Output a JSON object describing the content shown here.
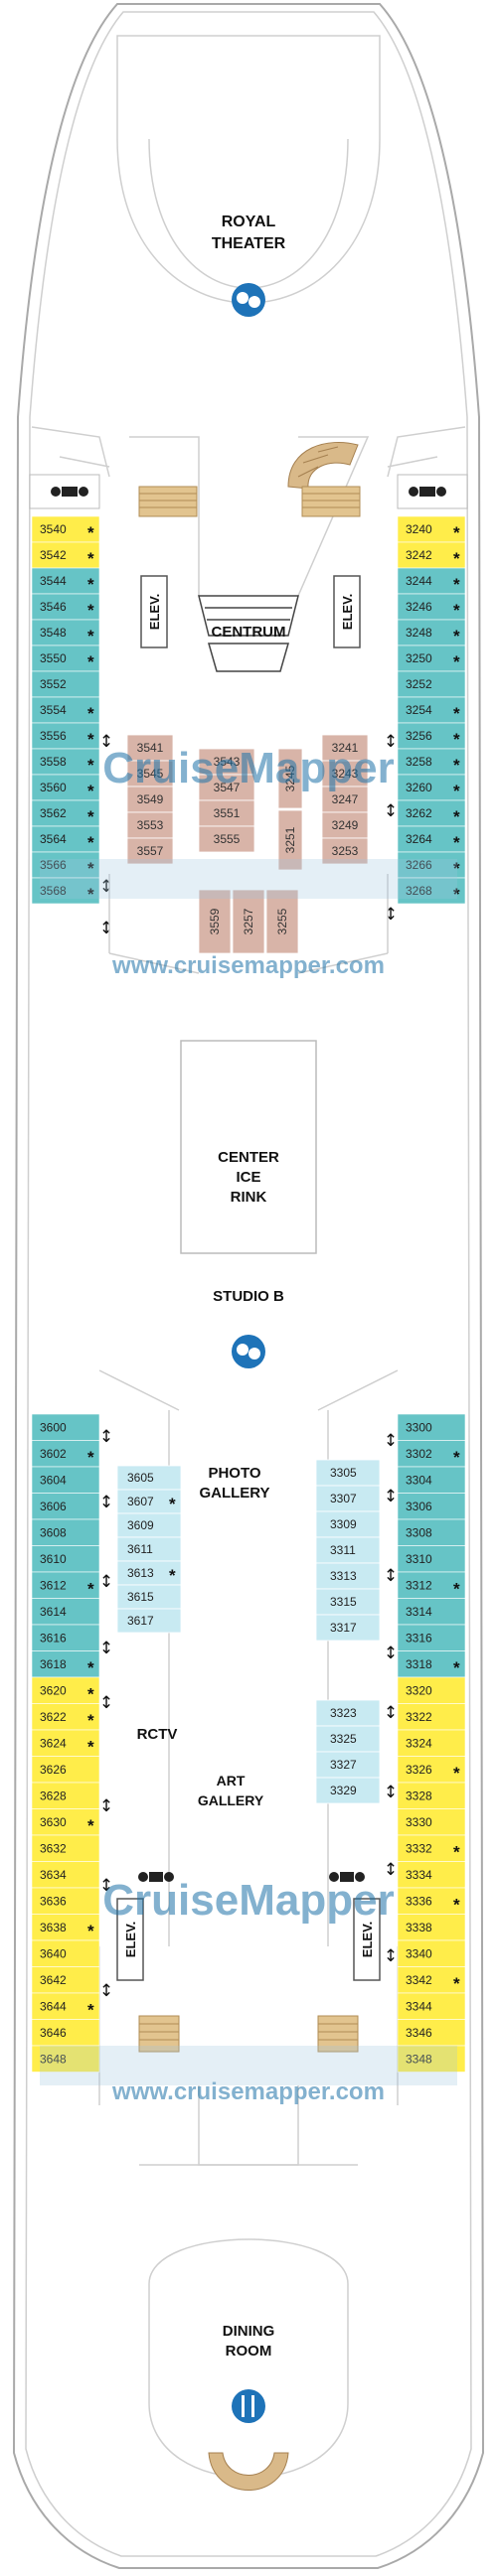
{
  "venues": {
    "royal_theater_1": "ROYAL",
    "royal_theater_2": "THEATER",
    "centrum": "CENTRUM",
    "center_1": "CENTER",
    "center_2": "ICE",
    "center_3": "RINK",
    "studio_b": "STUDIO B",
    "photo_1": "PHOTO",
    "photo_2": "GALLERY",
    "rctv": "RCTV",
    "art_1": "ART",
    "art_2": "GALLERY",
    "dining_1": "DINING",
    "dining_2": "ROOM",
    "elev": "ELEV."
  },
  "watermark": {
    "brand": "CruiseMapper",
    "url": "www.cruisemapper.com"
  },
  "colors": {
    "teal": "#66c4c6",
    "yellow": "#ffed4a",
    "lightblue": "#c8eaf2",
    "pink": "#d8b4a8",
    "accent": "#1e73b8"
  },
  "fwd_left": [
    {
      "n": "3540",
      "c": "yellow",
      "s": "*"
    },
    {
      "n": "3542",
      "c": "yellow",
      "s": "*"
    },
    {
      "n": "3544",
      "c": "teal",
      "s": "*"
    },
    {
      "n": "3546",
      "c": "teal",
      "s": "*"
    },
    {
      "n": "3548",
      "c": "teal",
      "s": "*"
    },
    {
      "n": "3550",
      "c": "teal",
      "s": "*"
    },
    {
      "n": "3552",
      "c": "teal",
      "s": ""
    },
    {
      "n": "3554",
      "c": "teal",
      "s": "*"
    },
    {
      "n": "3556",
      "c": "teal",
      "s": "*"
    },
    {
      "n": "3558",
      "c": "teal",
      "s": "*"
    },
    {
      "n": "3560",
      "c": "teal",
      "s": "*"
    },
    {
      "n": "3562",
      "c": "teal",
      "s": "*"
    },
    {
      "n": "3564",
      "c": "teal",
      "s": "*"
    },
    {
      "n": "3566",
      "c": "teal",
      "s": "*"
    },
    {
      "n": "3568",
      "c": "teal",
      "s": "*"
    }
  ],
  "fwd_right": [
    {
      "n": "3240",
      "c": "yellow",
      "s": "*"
    },
    {
      "n": "3242",
      "c": "yellow",
      "s": "*"
    },
    {
      "n": "3244",
      "c": "teal",
      "s": "*"
    },
    {
      "n": "3246",
      "c": "teal",
      "s": "*"
    },
    {
      "n": "3248",
      "c": "teal",
      "s": "*"
    },
    {
      "n": "3250",
      "c": "teal",
      "s": "*"
    },
    {
      "n": "3252",
      "c": "teal",
      "s": ""
    },
    {
      "n": "3254",
      "c": "teal",
      "s": "*"
    },
    {
      "n": "3256",
      "c": "teal",
      "s": "*"
    },
    {
      "n": "3258",
      "c": "teal",
      "s": "*"
    },
    {
      "n": "3260",
      "c": "teal",
      "s": "*"
    },
    {
      "n": "3262",
      "c": "teal",
      "s": "*"
    },
    {
      "n": "3264",
      "c": "teal",
      "s": "*"
    },
    {
      "n": "3266",
      "c": "teal",
      "s": "*"
    },
    {
      "n": "3268",
      "c": "teal",
      "s": "*"
    }
  ],
  "fwd_inner_left": [
    "3541",
    "3545",
    "3549",
    "3553",
    "3557"
  ],
  "fwd_inner_mid": [
    "3543",
    "3547",
    "3551",
    "3555"
  ],
  "fwd_inner_right": [
    "3241",
    "3243",
    "3247",
    "3249",
    "3253"
  ],
  "fwd_inner_vert": [
    "3245",
    "3251"
  ],
  "fwd_bottom_vert": [
    "3559",
    "3257",
    "3255"
  ],
  "aft_left": [
    {
      "n": "3600",
      "c": "teal",
      "s": ""
    },
    {
      "n": "3602",
      "c": "teal",
      "s": "*"
    },
    {
      "n": "3604",
      "c": "teal",
      "s": ""
    },
    {
      "n": "3606",
      "c": "teal",
      "s": ""
    },
    {
      "n": "3608",
      "c": "teal",
      "s": ""
    },
    {
      "n": "3610",
      "c": "teal",
      "s": ""
    },
    {
      "n": "3612",
      "c": "teal",
      "s": "*"
    },
    {
      "n": "3614",
      "c": "teal",
      "s": ""
    },
    {
      "n": "3616",
      "c": "teal",
      "s": ""
    },
    {
      "n": "3618",
      "c": "teal",
      "s": "*"
    },
    {
      "n": "3620",
      "c": "yellow",
      "s": "*"
    },
    {
      "n": "3622",
      "c": "yellow",
      "s": "*"
    },
    {
      "n": "3624",
      "c": "yellow",
      "s": "*"
    },
    {
      "n": "3626",
      "c": "yellow",
      "s": ""
    },
    {
      "n": "3628",
      "c": "yellow",
      "s": ""
    },
    {
      "n": "3630",
      "c": "yellow",
      "s": "*"
    },
    {
      "n": "3632",
      "c": "yellow",
      "s": ""
    },
    {
      "n": "3634",
      "c": "yellow",
      "s": ""
    },
    {
      "n": "3636",
      "c": "yellow",
      "s": ""
    },
    {
      "n": "3638",
      "c": "yellow",
      "s": "*"
    },
    {
      "n": "3640",
      "c": "yellow",
      "s": ""
    },
    {
      "n": "3642",
      "c": "yellow",
      "s": ""
    },
    {
      "n": "3644",
      "c": "yellow",
      "s": "*"
    },
    {
      "n": "3646",
      "c": "yellow",
      "s": ""
    },
    {
      "n": "3648",
      "c": "yellow",
      "s": ""
    }
  ],
  "aft_right": [
    {
      "n": "3300",
      "c": "teal",
      "s": ""
    },
    {
      "n": "3302",
      "c": "teal",
      "s": "*"
    },
    {
      "n": "3304",
      "c": "teal",
      "s": ""
    },
    {
      "n": "3306",
      "c": "teal",
      "s": ""
    },
    {
      "n": "3308",
      "c": "teal",
      "s": ""
    },
    {
      "n": "3310",
      "c": "teal",
      "s": ""
    },
    {
      "n": "3312",
      "c": "teal",
      "s": "*"
    },
    {
      "n": "3314",
      "c": "teal",
      "s": ""
    },
    {
      "n": "3316",
      "c": "teal",
      "s": ""
    },
    {
      "n": "3318",
      "c": "teal",
      "s": "*"
    },
    {
      "n": "3320",
      "c": "yellow",
      "s": ""
    },
    {
      "n": "3322",
      "c": "yellow",
      "s": ""
    },
    {
      "n": "3324",
      "c": "yellow",
      "s": ""
    },
    {
      "n": "3326",
      "c": "yellow",
      "s": "*"
    },
    {
      "n": "3328",
      "c": "yellow",
      "s": ""
    },
    {
      "n": "3330",
      "c": "yellow",
      "s": ""
    },
    {
      "n": "3332",
      "c": "yellow",
      "s": "*"
    },
    {
      "n": "3334",
      "c": "yellow",
      "s": ""
    },
    {
      "n": "3336",
      "c": "yellow",
      "s": "*"
    },
    {
      "n": "3338",
      "c": "yellow",
      "s": ""
    },
    {
      "n": "3340",
      "c": "yellow",
      "s": ""
    },
    {
      "n": "3342",
      "c": "yellow",
      "s": "*"
    },
    {
      "n": "3344",
      "c": "yellow",
      "s": ""
    },
    {
      "n": "3346",
      "c": "yellow",
      "s": ""
    },
    {
      "n": "3348",
      "c": "yellow",
      "s": ""
    }
  ],
  "aft_inner_left": [
    {
      "n": "3605",
      "s": ""
    },
    {
      "n": "3607",
      "s": "*"
    },
    {
      "n": "3609",
      "s": ""
    },
    {
      "n": "3611",
      "s": ""
    },
    {
      "n": "3613",
      "s": "*"
    },
    {
      "n": "3615",
      "s": ""
    },
    {
      "n": "3617",
      "s": ""
    }
  ],
  "aft_inner_right_a": [
    "3305",
    "3307",
    "3309",
    "3311",
    "3313",
    "3315",
    "3317"
  ],
  "aft_inner_right_b": [
    "3323",
    "3325",
    "3327",
    "3329"
  ]
}
